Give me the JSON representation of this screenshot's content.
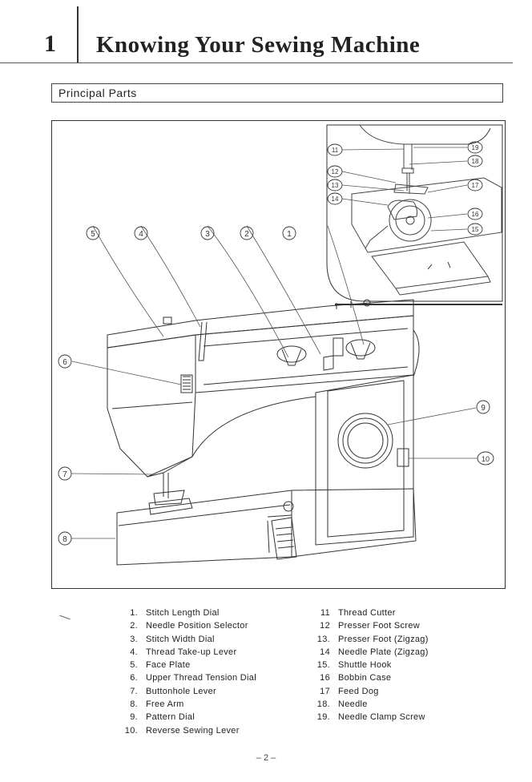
{
  "chapter": {
    "number": "1",
    "title": "Knowing Your Sewing Machine"
  },
  "section": {
    "title": "Principal Parts"
  },
  "callouts": [
    "1",
    "2",
    "3",
    "4",
    "5",
    "6",
    "7",
    "8",
    "9",
    "10",
    "11",
    "12",
    "13",
    "14",
    "15",
    "16",
    "17",
    "18",
    "19"
  ],
  "parts_left": [
    {
      "num": "1.",
      "label": "Stitch Length Dial"
    },
    {
      "num": "2.",
      "label": "Needle Position Selector"
    },
    {
      "num": "3.",
      "label": "Stitch Width Dial"
    },
    {
      "num": "4.",
      "label": "Thread Take-up Lever"
    },
    {
      "num": "5.",
      "label": "Face Plate"
    },
    {
      "num": "6.",
      "label": "Upper Thread Tension Dial"
    },
    {
      "num": "7.",
      "label": "Buttonhole Lever"
    },
    {
      "num": "8.",
      "label": "Free Arm"
    },
    {
      "num": "9.",
      "label": "Pattern Dial"
    },
    {
      "num": "10.",
      "label": "Reverse Sewing Lever"
    }
  ],
  "parts_right": [
    {
      "num": "11",
      "label": "Thread Cutter"
    },
    {
      "num": "12",
      "label": "Presser Foot Screw"
    },
    {
      "num": "13.",
      "label": "Presser Foot (Zigzag)"
    },
    {
      "num": "14",
      "label": "Needle Plate (Zigzag)"
    },
    {
      "num": "15.",
      "label": "Shuttle Hook"
    },
    {
      "num": "16",
      "label": "Bobbin Case"
    },
    {
      "num": "17",
      "label": "Feed Dog"
    },
    {
      "num": "18.",
      "label": "Needle"
    },
    {
      "num": "19.",
      "label": "Needle Clamp Screw"
    }
  ],
  "page_number": "– 2 –"
}
